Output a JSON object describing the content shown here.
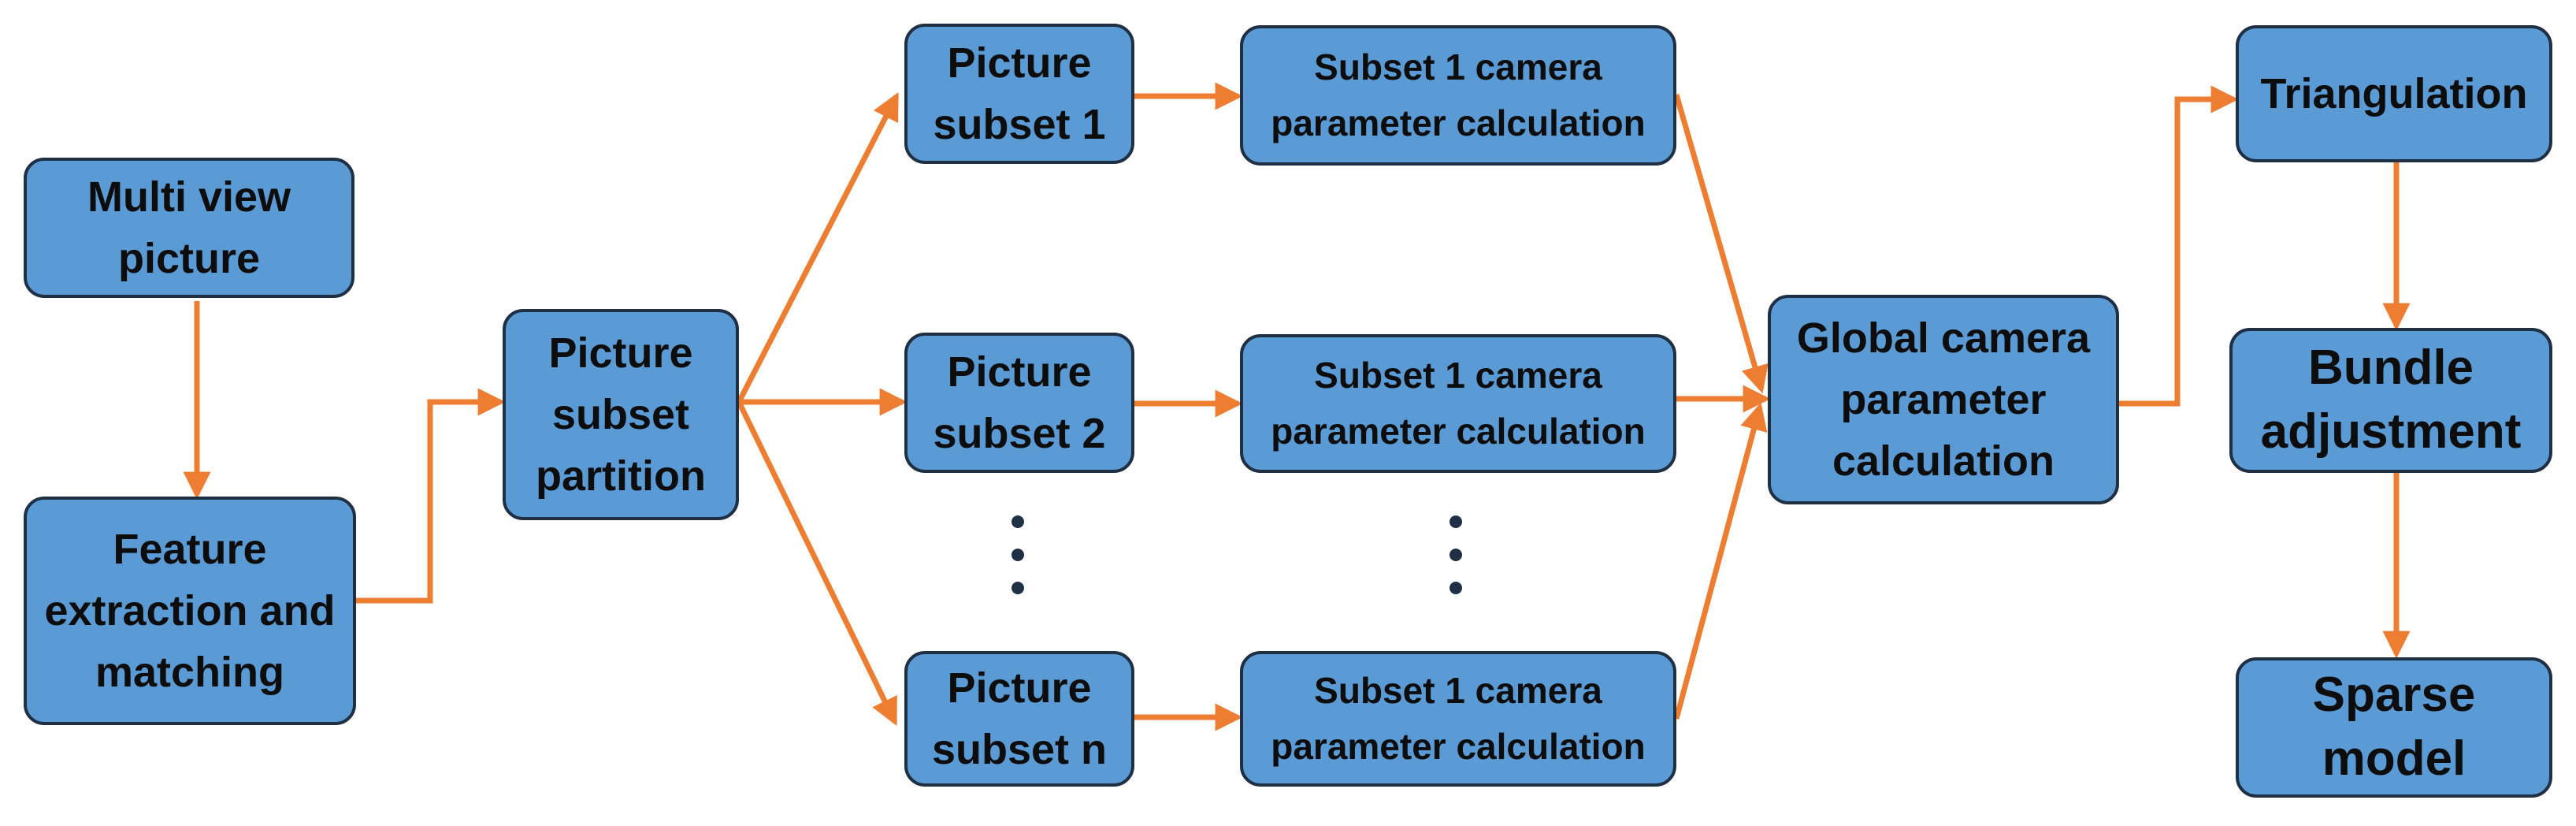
{
  "colors": {
    "box_fill": "#5b9bd5",
    "box_border": "#1f2f44",
    "arrow": "#ed7d31",
    "text": "#0d0d0d"
  },
  "nodes": {
    "multi_view_picture": "Multi view\npicture",
    "feature_extraction": "Feature\nextraction and\nmatching",
    "subset_partition": "Picture\nsubset\npartition",
    "subset_1": "Picture\nsubset 1",
    "subset_2": "Picture\nsubset 2",
    "subset_n": "Picture\nsubset n",
    "camera_calc_1": "Subset 1 camera\nparameter calculation",
    "camera_calc_2": "Subset 1 camera\nparameter calculation",
    "camera_calc_n": "Subset 1 camera\nparameter calculation",
    "global_calc": "Global camera\nparameter\ncalculation",
    "triangulation": "Triangulation",
    "bundle_adjustment": "Bundle\nadjustment",
    "sparse_model": "Sparse\nmodel"
  },
  "ellipsis_markers": 2
}
